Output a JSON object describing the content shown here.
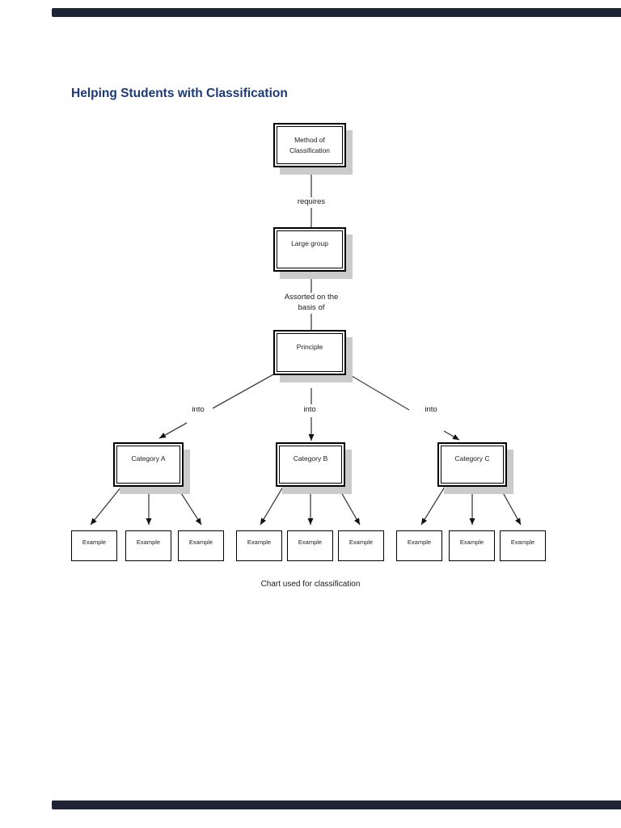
{
  "page": {
    "title": "Helping Students with Classification",
    "caption": "Chart used for classification",
    "title_color": "#1d3a78",
    "edge_bar_color": "#1e2336",
    "shadow_color": "#cbcbcb"
  },
  "diagram": {
    "nodes": {
      "method": "Method of\nClassification",
      "large_group": "Large group",
      "principle": "Principle",
      "category_a": "Category A",
      "category_b": "Category B",
      "category_c": "Category C",
      "example": "Example"
    },
    "edge_labels": {
      "requires": "requires",
      "assorted": "Assorted on the\nbasis of",
      "into": "into"
    }
  }
}
